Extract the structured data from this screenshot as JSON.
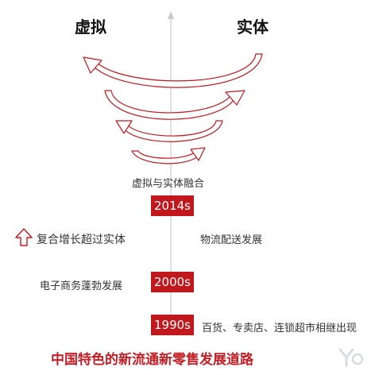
{
  "headings": {
    "left": "虚拟",
    "right": "实体"
  },
  "top_label": "虚拟与实体融合",
  "milestones": [
    {
      "year": "2014s"
    },
    {
      "year": "2000s",
      "left_text": "电子商务蓬勃发展"
    },
    {
      "year": "1990s",
      "right_text": "百货、专卖店、连锁超市相继出现"
    }
  ],
  "side_labels": {
    "growth": "复合增长超过实体",
    "logistics": "物流配送发展"
  },
  "caption": "中国特色的新流通新零售发展道路",
  "colors": {
    "accent": "#c0181d",
    "caption": "#c41e24",
    "axis": "#c8c8d0"
  },
  "icons": {
    "growth": "up-arrow-icon",
    "watermark": "logo-watermark-icon"
  }
}
